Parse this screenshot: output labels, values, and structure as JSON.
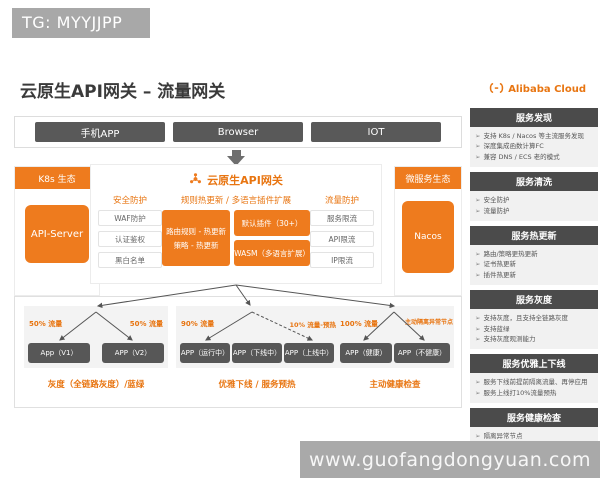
{
  "badge": "TG: MYYJJPP",
  "title": "云原生API网关 – 流量网关",
  "logo": {
    "text": "Alibaba Cloud"
  },
  "clients": {
    "items": [
      "手机APP",
      "Browser",
      "IOT"
    ]
  },
  "left_eco": {
    "header": "K8s 生态",
    "node": "API-Server"
  },
  "right_eco": {
    "header": "微服务生态",
    "node": "Nacos"
  },
  "gateway": {
    "title": "云原生API网关",
    "security": {
      "title": "安全防护",
      "items": [
        "WAF防护",
        "认证鉴权",
        "黑白名单"
      ]
    },
    "plugins": {
      "title": "规则热更新 / 多语言插件扩展",
      "main_box": [
        "路由规则 - 热更新",
        "策略 - 热更新"
      ],
      "side_boxes": [
        "默认插件（30+）",
        "WASM（多语言扩展）"
      ]
    },
    "traffic": {
      "title": "流量防护",
      "items": [
        "服务限流",
        "API限流",
        "IP限流"
      ]
    }
  },
  "flows": [
    {
      "labels": [
        "50% 流量",
        "50% 流量"
      ],
      "apps": [
        "App（V1）",
        "APP（V2）"
      ],
      "caption": "灰度（全链路灰度）/蓝绿"
    },
    {
      "labels": [
        "90% 流量",
        "10% 流量-预热"
      ],
      "apps": [
        "APP（运行中）",
        "APP（下线中）",
        "APP（上线中）"
      ],
      "caption": "优雅下线 / 服务预热"
    },
    {
      "labels": [
        "100% 流量",
        "主动隔离异常节点"
      ],
      "apps": [
        "APP（健康）",
        "APP（不健康）"
      ],
      "caption": "主动健康检查"
    }
  ],
  "sidebar": {
    "sections": [
      {
        "title": "服务发现",
        "items": [
          "支持 K8s / Nacos 等主流服务发现",
          "深度集成函数计算FC",
          "兼容 DNS / ECS 老的模式"
        ]
      },
      {
        "title": "服务清洗",
        "items": [
          "安全防护",
          "流量防护"
        ]
      },
      {
        "title": "服务热更新",
        "items": [
          "路由/策略更热更新",
          "证书热更新",
          "插件热更新"
        ]
      },
      {
        "title": "服务灰度",
        "items": [
          "支持灰度，且支持全链路灰度",
          "支持蓝绿",
          "支持灰度观测能力"
        ]
      },
      {
        "title": "服务优雅上下线",
        "items": [
          "服务下线前提前隔离流量、再停应用",
          "服务上线打10%流量预热"
        ]
      },
      {
        "title": "服务健康检查",
        "items": [
          "隔离异常节点"
        ]
      }
    ]
  },
  "watermark": "www.guofangdongyuan.com",
  "colors": {
    "accent": "#EE7B1E",
    "dark_node": "#575757",
    "header_gray": "#4B4B4B",
    "badge_gray": "#A8A8A8"
  }
}
